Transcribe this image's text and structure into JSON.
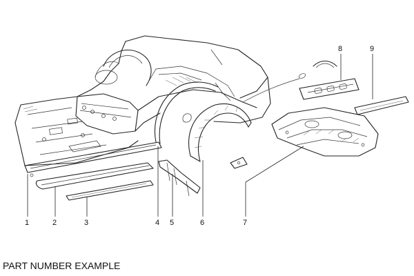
{
  "caption": "PART NUMBER EXAMPLE",
  "callouts": [
    "1",
    "2",
    "3",
    "4",
    "5",
    "6",
    "7",
    "8",
    "9"
  ]
}
